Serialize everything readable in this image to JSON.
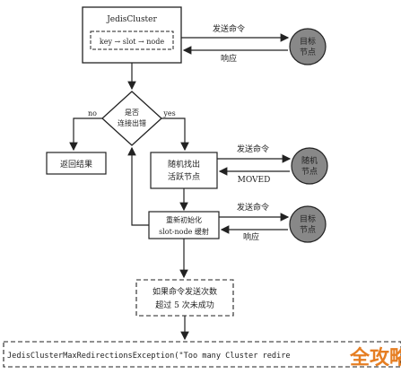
{
  "jedis_cluster": {
    "title": "JedisCluster",
    "mapping": "key → slot → node"
  },
  "target_node_top": {
    "line1": "目标",
    "line2": "节点"
  },
  "send_command_top": "发送命令",
  "response_top": "响应",
  "decision": {
    "line1": "是否",
    "line2": "连接出错"
  },
  "no_label": "no",
  "yes_label": "yes",
  "return_result": "返回结果",
  "random_node_box": {
    "line1": "随机找出",
    "line2": "活跃节点"
  },
  "random_node": {
    "line1": "随机",
    "line2": "节点"
  },
  "send_command_mid": "发送命令",
  "moved_label": "MOVED",
  "reinit_box": {
    "line1": "重新初始化",
    "line2": "slot-node 缓射"
  },
  "send_command_bot": "发送命令",
  "target_node_bot": {
    "line1": "目标",
    "line2": "节点"
  },
  "response_bot": "响应",
  "retry_box": {
    "line1": "如果命令发送次数",
    "line2": "超过 5 次未成功"
  },
  "exception_text": "JedisClusterMaxRedirectionsException(\"Too many Cluster redire",
  "watermark": "全攻略"
}
